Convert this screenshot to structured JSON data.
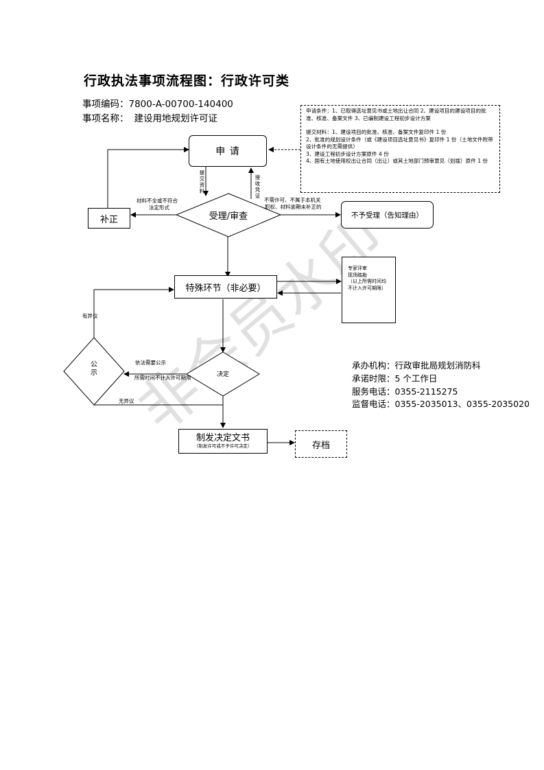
{
  "document": {
    "title": "行政执法事项流程图：行政许可类",
    "code_label": "事项编码：",
    "code_value": "7800-A-00700-140400",
    "name_label": "事项名称：",
    "name_value": "建设用地规划许可证"
  },
  "conditions": {
    "line1": "申请条件：1、已取得选址意见书或土地出让合同 2、建设项目的建设项目的批准、核准、备案文件 3、已编制建设工程初步设计方案",
    "line2": "提交材料：1、建设项目的批准、核准、备案文件复印件 1 份",
    "line3": "2、批准的规划设计条件（或《建设项目选址意见书》复印件 1 份（土地文件附带设计条件的无需提供）",
    "line4": "3、建设工程初步设计方案原件 4 份",
    "line5": "4、国有土地使用权出让合同（出让）或其土地部门预审意见（划拨）原件 1 份"
  },
  "nodes": {
    "apply": "申 请",
    "review": "受理/审查",
    "supplement": "补正",
    "reject": "不予受理（告知理由）",
    "special": "特殊环节（非必要）",
    "expert": "专家评审\n现场踏勘\n（以上所需时间均不计入许可期限）",
    "decide": "决定",
    "publicize": "公示",
    "issue": "制发决定文书",
    "issue_note": "（制发许可或不予许可决定）",
    "archive": "存档"
  },
  "edge_labels": {
    "submit": "提交资料",
    "receive": "接收凭证",
    "incomplete_1": "材料不全或不符合",
    "incomplete_2": "法定形式",
    "not_required_1": "不需许可、不属于本机关",
    "not_required_2": "职权、材料逾期未补正的",
    "has_objection": "有异议",
    "needs_publicity": "依法需要公示",
    "time_excluded": "所需时间不计入许可期限",
    "no_objection": "无异议"
  },
  "info": {
    "org": "承办机构：行政审批局规划消防科",
    "promise": "承诺时限：5 个工作日",
    "service_tel": "服务电话：0355-2115275",
    "supervise_tel": "监督电话：0355-2035013、0355-2035020"
  },
  "watermark": "非会员水印",
  "colors": {
    "line": "#000000",
    "watermark": "#d9d9d9"
  }
}
